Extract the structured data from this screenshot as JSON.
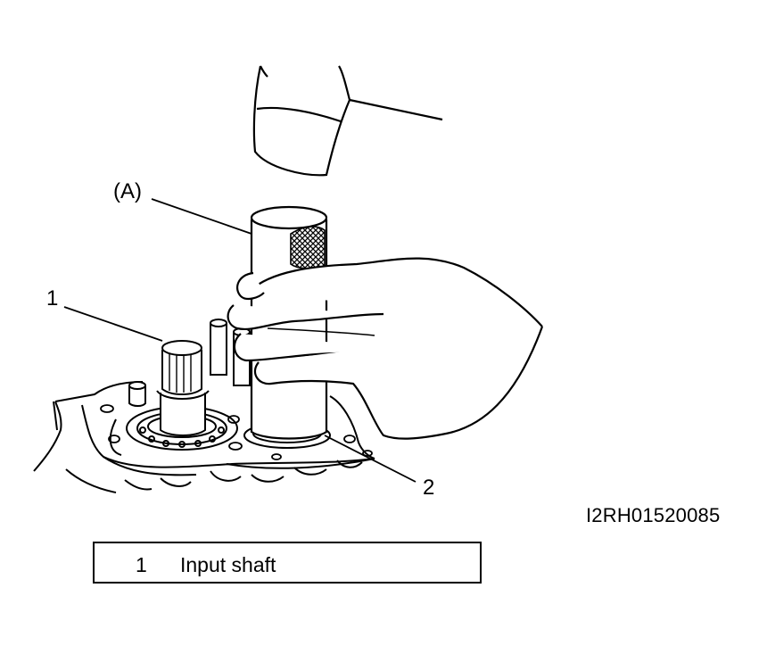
{
  "callouts": {
    "tool": "(A)",
    "part_1": "1",
    "part_2": "2"
  },
  "figure_code": "I2RH01520085",
  "legend": [
    {
      "number": "1",
      "text": "Input shaft"
    }
  ],
  "colors": {
    "ink": "#000000",
    "paper": "#ffffff"
  }
}
